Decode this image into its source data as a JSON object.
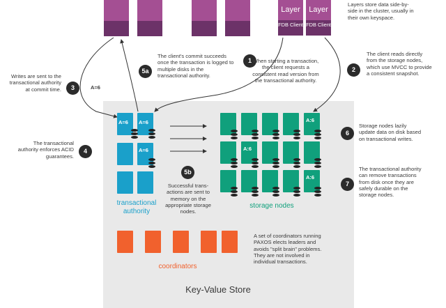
{
  "layers": {
    "layer_label": "Layer",
    "client_label": "FDB Client",
    "note": "Layers store data side-by-side in the cluster, usually in their own keyspace."
  },
  "steps": [
    {
      "num": "1",
      "text": "When starting a transaction, the client requests a consistent read version from the transactional authority."
    },
    {
      "num": "2",
      "text": "The client reads directly from the storage nodes, which use MVCC to provide a consistent snapshot."
    },
    {
      "num": "3",
      "text": "Writes are sent to the transactional authority at commit time."
    },
    {
      "num": "4",
      "text": "The transactional authority enforces ACID guarantees."
    },
    {
      "num": "5a",
      "text": "The client's commit succeeds once the transaction is logged to multiple disks in the transactional authority."
    },
    {
      "num": "5b",
      "text": "Successful trans-actions are sent to memory on the appropriate storage nodes."
    },
    {
      "num": "6",
      "text": "Storage nodes lazily update data on disk based on transactional writes."
    },
    {
      "num": "7",
      "text": "The transactional authority can remove transactions from disk once they are safely durable on the storage nodes."
    }
  ],
  "arrow_label": "A=6",
  "tx_tag": "A=6",
  "storage_tag": "A:6",
  "transactional_authority_label": "transactional authority",
  "storage_nodes_label": "storage nodes",
  "coordinators_label": "coordinators",
  "coordinators_note": "A set of coordinators running PAXOS elects leaders and avoids \"split brain\" problems. They are not involved in individual transactions.",
  "kv_title": "Key-Value Store",
  "colors": {
    "server_light": "#a44f93",
    "server_dark": "#6c3268",
    "transactional": "#1aa0ca",
    "storage": "#10a07c",
    "coordinator": "#f1612d",
    "panel": "#e9e9e9"
  }
}
